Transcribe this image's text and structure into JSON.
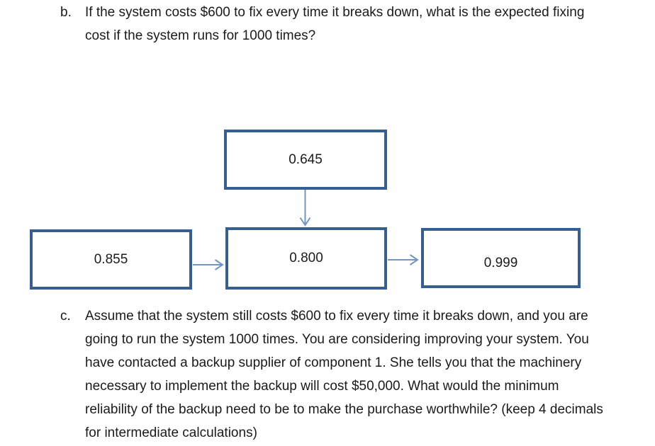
{
  "theme": {
    "background": "#ffffff",
    "text_color": "#1a1a1a",
    "box_border_color": "#365f91",
    "box_fill_color": "#ffffff",
    "arrow_color": "#7096c8"
  },
  "question_b": {
    "label": "b.",
    "lines": [
      "If the system costs $600 to fix every time it breaks down, what is the expected fixing",
      "cost if the system runs for 1000 times?"
    ]
  },
  "diagram": {
    "boxes": {
      "top": {
        "value": "0.645"
      },
      "left": {
        "value": "0.855"
      },
      "middle": {
        "value": "0.800"
      },
      "right": {
        "value": "0.999"
      }
    }
  },
  "question_c": {
    "label": "c.",
    "lines": [
      "Assume that the system still costs $600 to fix every time it breaks down, and you are",
      "going to run the system 1000 times. You are considering improving your system. You",
      "have contacted a backup supplier of component 1. She tells you that the machinery",
      "necessary to implement the backup will cost $50,000. What would the minimum",
      "reliability of the backup need to be to make the purchase worthwhile? (keep 4 decimals",
      "for intermediate calculations)"
    ]
  }
}
